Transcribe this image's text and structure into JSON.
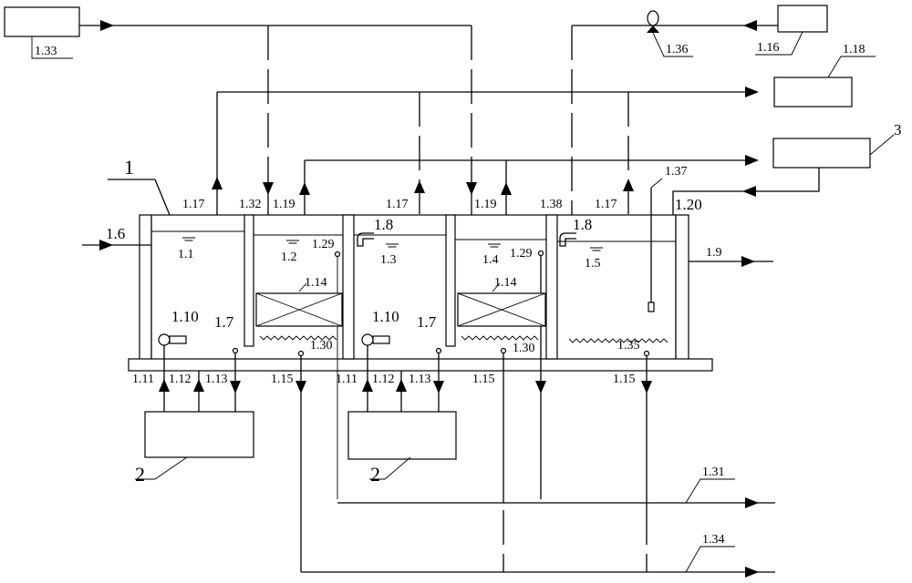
{
  "labels": {
    "l133": "1.33",
    "l136": "1.36",
    "l116": "1.16",
    "l118": "1.18",
    "l3": "3",
    "l1": "1",
    "l16": "1.6",
    "l117a": "1.17",
    "l132": "1.32",
    "l119a": "1.19",
    "l117b": "1.17",
    "l119b": "1.19",
    "l138": "1.38",
    "l117c": "1.17",
    "l137": "1.37",
    "l120": "1.20",
    "l11": "1.1",
    "l12": "1.2",
    "l13": "1.3",
    "l14": "1.4",
    "l15": "1.5",
    "l18a": "1.8",
    "l18b": "1.8",
    "l129a": "1.29",
    "l129b": "1.29",
    "l19": "1.9",
    "l114a": "1.14",
    "l114b": "1.14",
    "l110a": "1.10",
    "l110b": "1.10",
    "l17a": "1.7",
    "l17b": "1.7",
    "l130a": "1.30",
    "l130b": "1.30",
    "l135": "1.35",
    "l111a": "1.11",
    "l112a": "1.12",
    "l113a": "1.13",
    "l115a": "1.15",
    "l111b": "1.11",
    "l112b": "1.12",
    "l113b": "1.13",
    "l115b": "1.15",
    "l115c": "1.15",
    "l2a": "2",
    "l2b": "2",
    "l131": "1.31",
    "l134": "1.34"
  }
}
